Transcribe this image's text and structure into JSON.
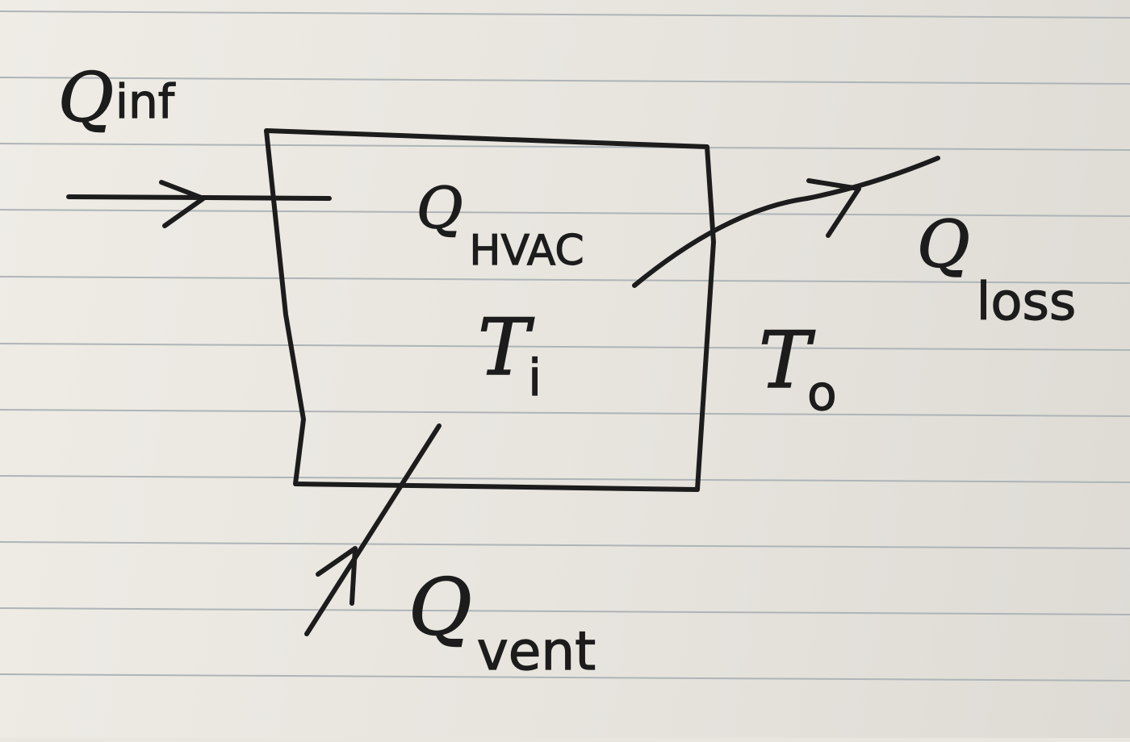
{
  "labels": {
    "q_inf": {
      "main": "Q",
      "sub": "inf"
    },
    "q_hvac": {
      "main": "Q",
      "sub": "HVAC"
    },
    "t_i": {
      "main": "T",
      "sub": "i"
    },
    "t_o": {
      "main": "T",
      "sub": "o"
    },
    "q_loss": {
      "main": "Q",
      "sub": "loss"
    },
    "q_vent": {
      "main": "Q",
      "sub": "vent"
    }
  },
  "colors": {
    "ink": "#1c1c1c",
    "paper": "#e9e6e0",
    "ruled_line": "#aeb4b8"
  }
}
